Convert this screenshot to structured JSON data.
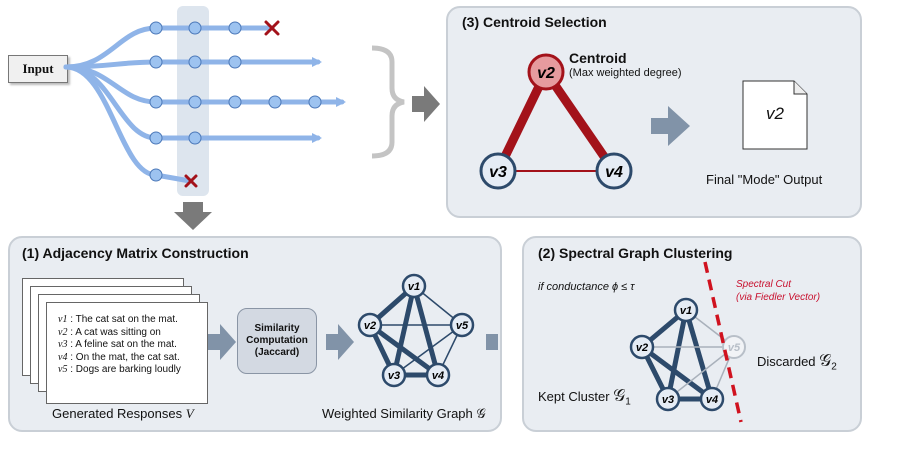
{
  "input_label": "Input",
  "panel3": {
    "title": "(3) Centroid Selection",
    "centroid_label": "Centroid",
    "centroid_sub": "(Max weighted degree)",
    "nodes": [
      "v2",
      "v3",
      "v4"
    ],
    "output_doc_text": "v2",
    "output_caption": "Final \"Mode\" Output"
  },
  "panel1": {
    "title": "(1) Adjacency Matrix Construction",
    "responses": [
      {
        "id": "v1",
        "text": " : The cat sat on the mat."
      },
      {
        "id": "v2",
        "text": " : A cat was sitting on"
      },
      {
        "id": "v3",
        "text": " : A feline sat on the mat."
      },
      {
        "id": "v4",
        "text": " : On the mat, the cat sat."
      },
      {
        "id": "v5",
        "text": " : Dogs are barking loudly"
      }
    ],
    "similarity_line1": "Similarity",
    "similarity_line2": "Computation",
    "similarity_line3": "(Jaccard)",
    "caption_left": "Generated Responses",
    "caption_left_sym": "V",
    "caption_right": "Weighted Similarity Graph",
    "caption_right_sym": "𝒢",
    "graph_nodes": [
      "v1",
      "v2",
      "v3",
      "v4",
      "v5"
    ]
  },
  "panel2": {
    "title": "(2) Spectral Graph Clustering",
    "condition": "if conductance  ϕ ≤ τ",
    "cut_line1": "Spectral Cut",
    "cut_line2": "(via Fiedler Vector)",
    "kept_label": "Kept Cluster",
    "kept_sym": "𝒢",
    "kept_sub": "1",
    "discarded_label": "Discarded",
    "discarded_sym": "𝒢",
    "discarded_sub": "2",
    "graph_nodes": [
      "v1",
      "v2",
      "v3",
      "v4",
      "v5"
    ]
  },
  "colors": {
    "path_blue": "#8fb4e8",
    "dot_blue": "#9dc3f0",
    "node_dark": "#2d4a6b",
    "centroid_red": "#a3121a",
    "cut_red": "#d0121f",
    "arrow_gray": "#777777"
  }
}
